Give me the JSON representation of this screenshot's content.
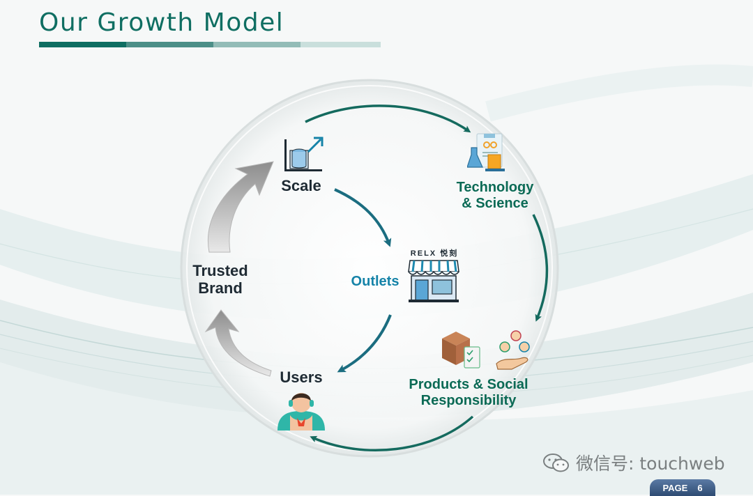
{
  "header": {
    "title": "Our Growth Model"
  },
  "colors": {
    "title": "#0f6e62",
    "arrow": "#146a5e",
    "bar_segments": [
      "#0f6e62",
      "#4d8f88",
      "#93bcb7",
      "#c9dfdc"
    ]
  },
  "diagram": {
    "nodes": {
      "scale": {
        "label": "Scale",
        "icon": "bar-chart-growth-icon"
      },
      "technology": {
        "label_line1": "Technology",
        "label_line2": "& Science",
        "icon": "lab-flask-icon"
      },
      "outlets": {
        "label": "Outlets",
        "store_sign": "RELX 悦刻",
        "icon": "storefront-icon"
      },
      "products": {
        "label_line1": "Products & Social",
        "label_line2": "Responsibility",
        "icon": "box-and-people-icon"
      },
      "users": {
        "label": "Users",
        "icon": "user-avatar-icon"
      },
      "brand": {
        "label_line1": "Trusted",
        "label_line2": "Brand"
      }
    }
  },
  "footer": {
    "watermark": "微信号: touchweb",
    "page_label": "PAGE",
    "page_number": "6"
  }
}
